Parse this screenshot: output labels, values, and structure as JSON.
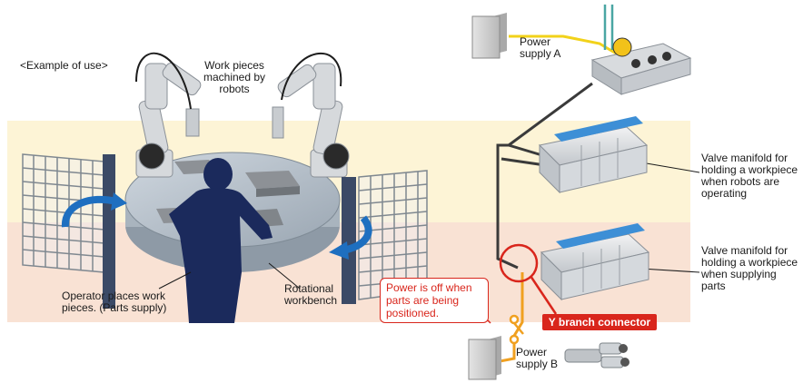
{
  "labels": {
    "example": "<Example of use>",
    "work_pieces": "Work pieces\nmachined by\nrobots",
    "power_a": "Power\nsupply A",
    "valve_top": "Valve manifold for\nholding a workpiece\nwhen robots are\noperating",
    "valve_bottom": "Valve manifold for\nholding a workpiece\nwhen supplying\nparts",
    "operator": "Operator places work\npieces. (Parts supply)",
    "workbench": "Rotational\nworkbench",
    "power_off_note": "Power is off when\nparts are being\npositioned.",
    "y_branch": "Y branch connector",
    "power_b": "Power\nsupply B"
  },
  "colors": {
    "zone_yellow": "#fdf4d6",
    "zone_peach": "#f9e2d4",
    "accent_red": "#d9261c",
    "cable_yellow": "#f2d21a",
    "cable_orange": "#f0a020",
    "cable_dark": "#3a3a3a",
    "arrow_blue": "#1e6fc0",
    "operator_navy": "#1b2a5c"
  }
}
